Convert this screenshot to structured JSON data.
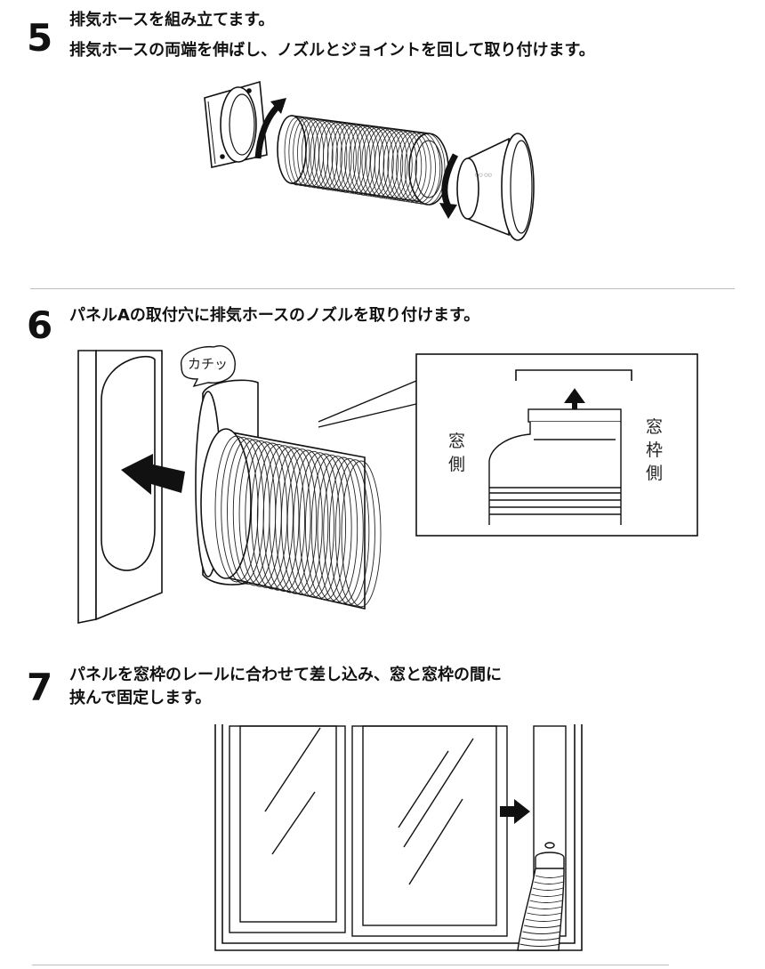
{
  "steps": [
    {
      "number": "5",
      "lines": [
        "排気ホースを組み立てます。",
        "排気ホースの両端を伸ばし、ノズルとジョイントを回して取り付けます。"
      ]
    },
    {
      "number": "6",
      "lines": [
        "パネルAの取付穴に排気ホースのノズルを取り付けます。"
      ]
    },
    {
      "number": "7",
      "lines": [
        "パネルを窓枠のレールに合わせて差し込み、窓と窓枠の間に",
        "挟んで固定します。"
      ]
    }
  ],
  "figure6": {
    "callout": "カチッ",
    "label_left": [
      "窓",
      "側"
    ],
    "label_right": [
      "窓",
      "枠",
      "側"
    ]
  }
}
